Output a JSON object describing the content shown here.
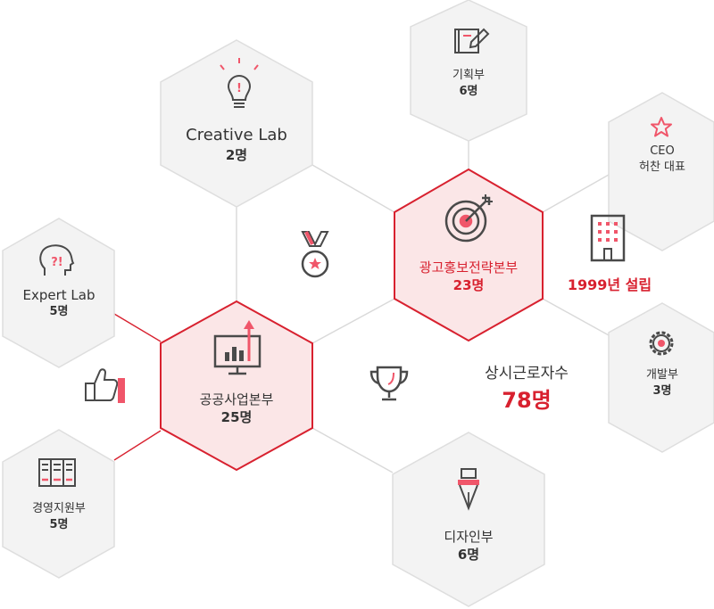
{
  "nodes": {
    "creative_lab": {
      "name": "Creative Lab",
      "count": "2명"
    },
    "planning": {
      "name": "기획부",
      "count": "6명"
    },
    "ceo": {
      "name": "CEO",
      "count": "허찬 대표"
    },
    "ad_strategy": {
      "name": "광고홍보전략본부",
      "count": "23명"
    },
    "expert_lab": {
      "name": "Expert Lab",
      "count": "5명"
    },
    "public_biz": {
      "name": "공공사업본부",
      "count": "25명"
    },
    "dev": {
      "name": "개발부",
      "count": "3명"
    },
    "management": {
      "name": "경영지원부",
      "count": "5명"
    },
    "design": {
      "name": "디자인부",
      "count": "6명"
    }
  },
  "stats": {
    "established": "1999년 설립",
    "employees_label": "상시근로자수",
    "employees_count": "78명"
  },
  "colors": {
    "accent": "#d8212f",
    "highlight_fill": "#fbe6e7",
    "hex_fill": "#f3f3f3",
    "hex_stroke": "#dedede",
    "icon": "#4a4a4a",
    "icon_accent": "#f0566a"
  },
  "icons": [
    "lightbulb-icon",
    "notepad-pencil-icon",
    "star-icon",
    "target-arrow-icon",
    "building-icon",
    "medal-icon",
    "question-head-icon",
    "chart-monitor-icon",
    "thumbs-up-icon",
    "trophy-icon",
    "gear-icon",
    "file-cabinet-icon",
    "pen-nib-icon"
  ]
}
